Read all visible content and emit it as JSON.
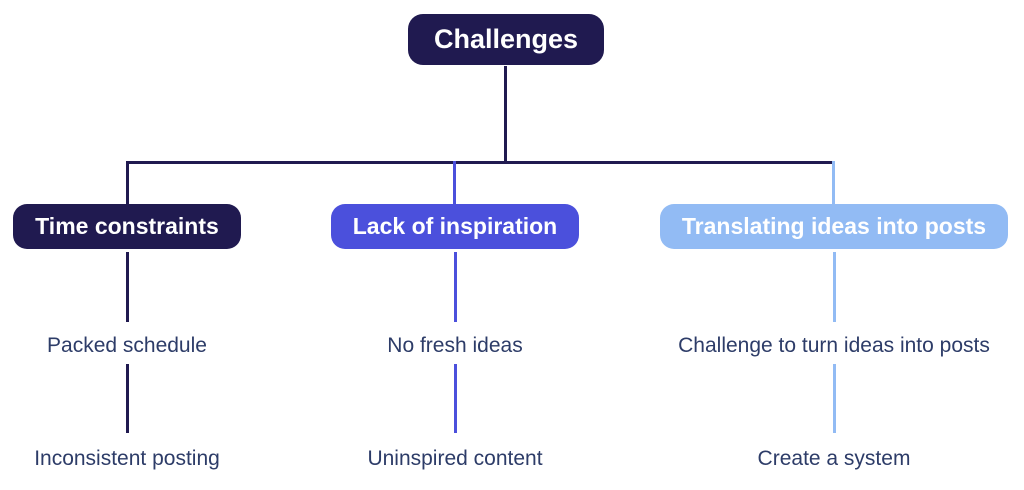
{
  "diagram": {
    "title": "Challenges",
    "colors": {
      "background": "#ffffff",
      "navy": "#201a50",
      "indigo": "#4b50dc",
      "light_blue": "#92bbf4",
      "leaf_text": "#2d3c68"
    },
    "root": {
      "label": "Challenges",
      "color": "#201a50"
    },
    "branches": [
      {
        "label": "Time constraints",
        "color": "#201a50",
        "line_color": "#201a50",
        "children": [
          "Packed schedule",
          "Inconsistent posting"
        ]
      },
      {
        "label": "Lack of inspiration",
        "color": "#4b50dc",
        "line_color": "#4b50dc",
        "children": [
          "No fresh ideas",
          "Uninspired content"
        ]
      },
      {
        "label": "Translating ideas into posts",
        "color": "#92bbf4",
        "line_color": "#92bbf4",
        "children": [
          "Challenge to turn ideas into posts",
          "Create a system"
        ]
      }
    ]
  }
}
